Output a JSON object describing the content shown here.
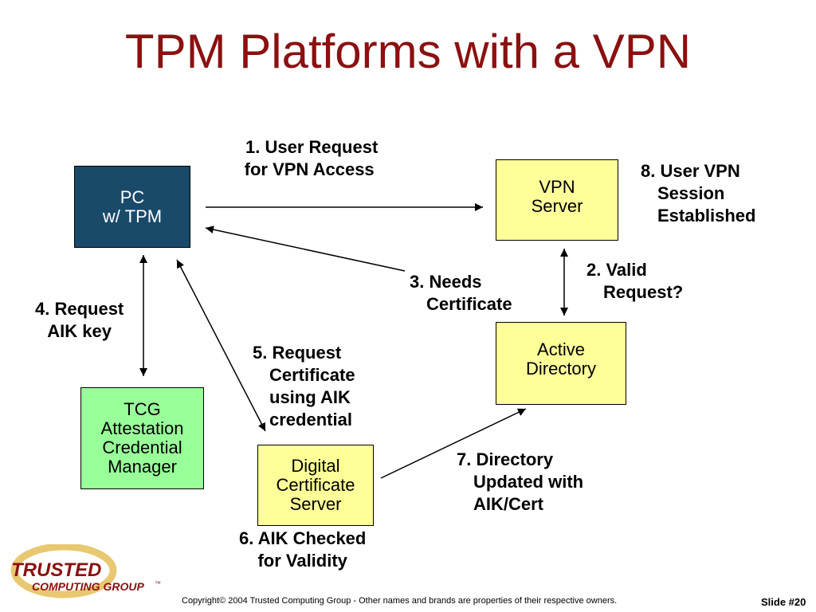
{
  "title": "TPM Platforms with a VPN",
  "nodes": {
    "pc": {
      "lines": [
        "PC",
        "w/ TPM"
      ],
      "fill": "#1a4a6a",
      "text_color": "#ffffff"
    },
    "vpn_server": {
      "lines": [
        "VPN",
        "Server"
      ],
      "fill": "#ffff99"
    },
    "active_directory": {
      "lines": [
        "Active",
        "Directory"
      ],
      "fill": "#ffff99"
    },
    "tcg_acm": {
      "lines": [
        "TCG",
        "Attestation",
        "Credential",
        "Manager"
      ],
      "fill": "#99ff99"
    },
    "digital_cert_server": {
      "lines": [
        "Digital",
        "Certificate",
        "Server"
      ],
      "fill": "#ffff99"
    }
  },
  "steps": {
    "s1": [
      "1. User Request",
      "for VPN Access"
    ],
    "s2": [
      "2. Valid",
      "Request?"
    ],
    "s3": [
      "3. Needs",
      "Certificate"
    ],
    "s4": [
      "4. Request",
      "AIK key"
    ],
    "s5": [
      "5. Request",
      "Certificate",
      "using AIK",
      "credential"
    ],
    "s6": [
      "6. AIK Checked",
      "for Validity"
    ],
    "s7": [
      "7. Directory",
      "Updated with",
      "AIK/Cert"
    ],
    "s8": [
      "8. User VPN",
      "Session",
      "Established"
    ]
  },
  "logo": {
    "line1": "TRUSTED",
    "line2": "COMPUTING GROUP",
    "tm": "™",
    "ring_color": "#e8c870",
    "text_color": "#8b1010"
  },
  "footer": {
    "copyright": "Copyright© 2004 Trusted Computing Group - Other names and brands are properties of their respective owners.",
    "slide": "Slide #20"
  }
}
